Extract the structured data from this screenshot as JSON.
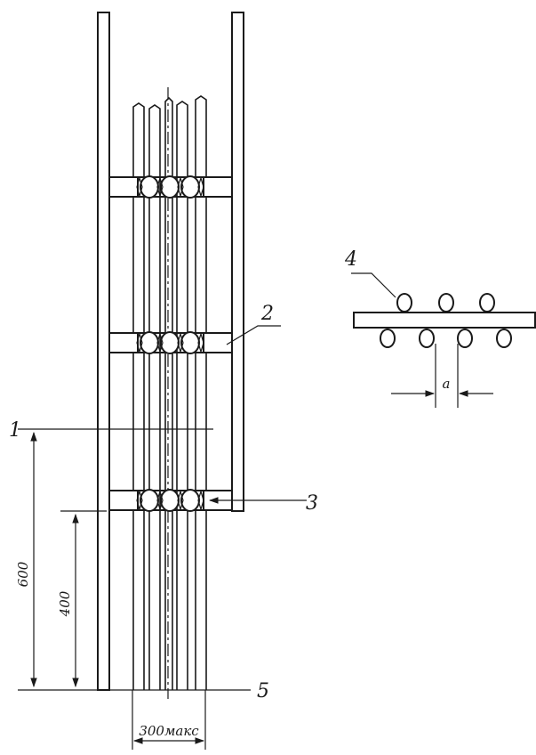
{
  "callouts": {
    "c1": "1",
    "c2": "2",
    "c3": "3",
    "c4": "4",
    "c5": "5"
  },
  "dimensions": {
    "h600": "600",
    "h400": "400",
    "width_max": "300макс",
    "gap": "a"
  }
}
